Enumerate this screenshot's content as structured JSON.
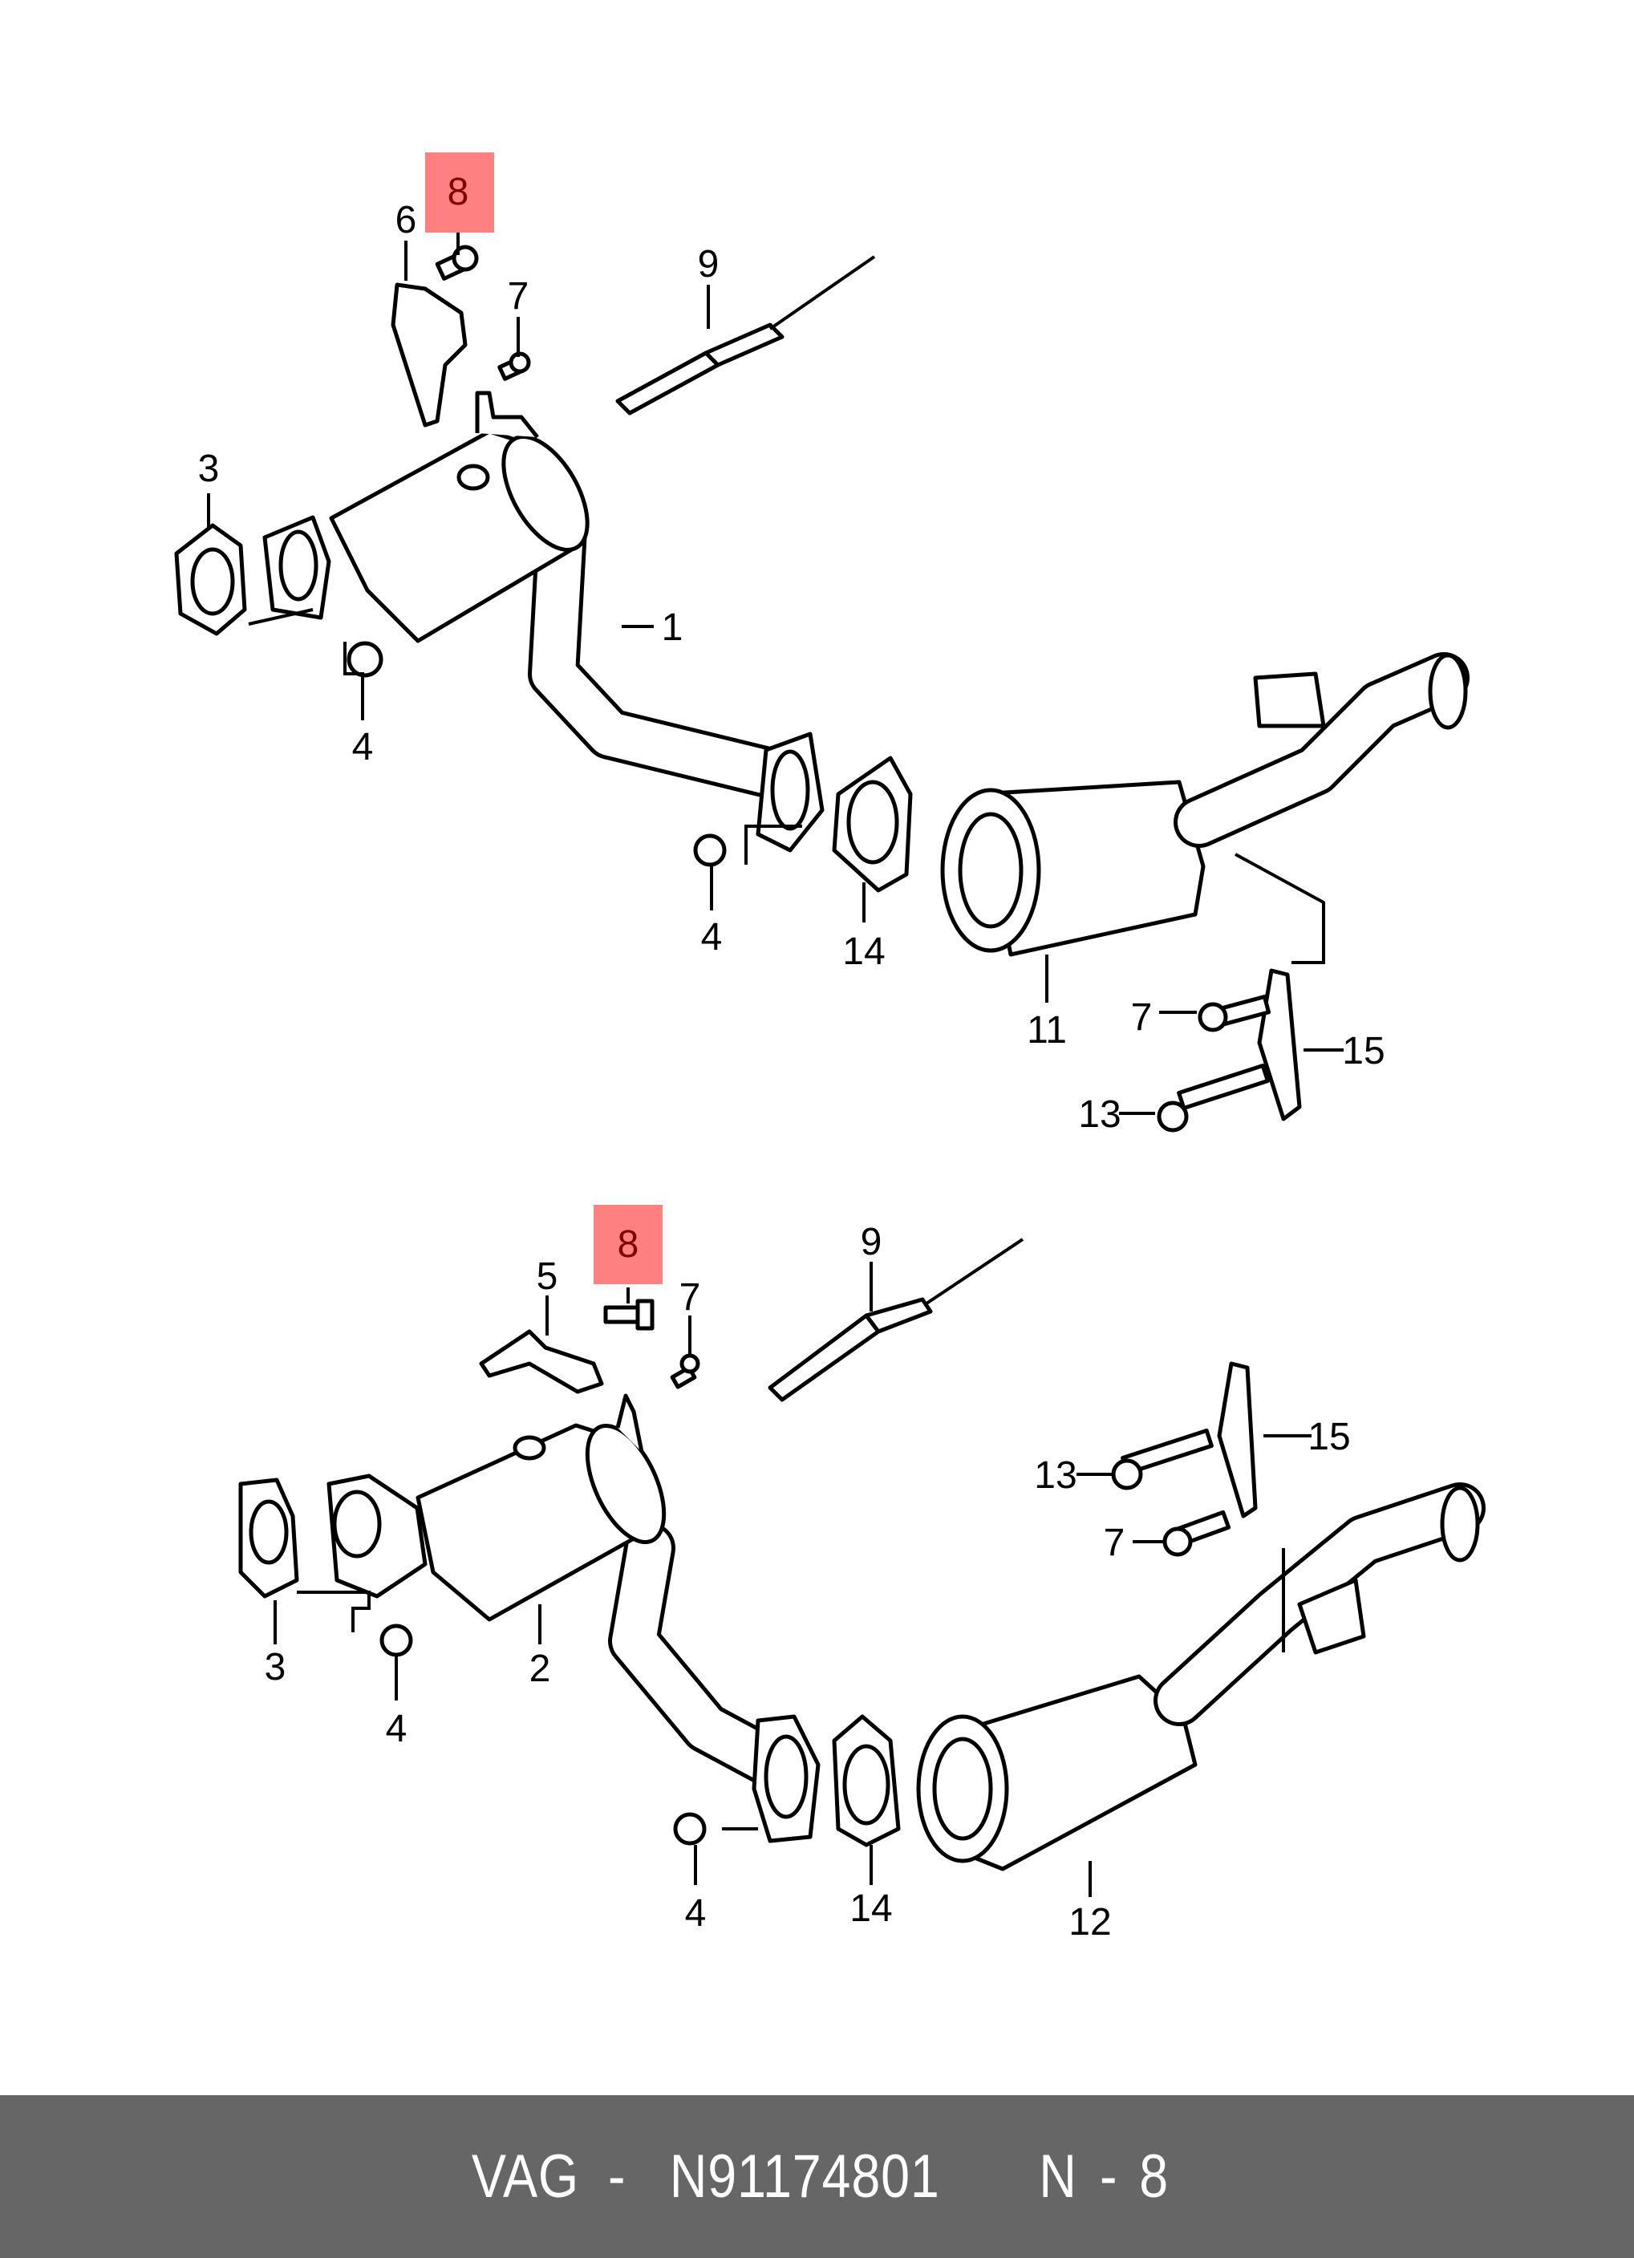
{
  "diagram": {
    "top": {
      "labels": {
        "l8": "8",
        "l6": "6",
        "l7a": "7",
        "l9": "9",
        "l3": "3",
        "l1": "1",
        "l4a": "4",
        "l4b": "4",
        "l14": "14",
        "l11": "11",
        "l7b": "7",
        "l15": "15",
        "l13": "13"
      }
    },
    "bottom": {
      "labels": {
        "l8": "8",
        "l9": "9",
        "l5": "5",
        "l7a": "7",
        "l15": "15",
        "l13": "13",
        "l7b": "7",
        "l3": "3",
        "l2": "2",
        "l4a": "4",
        "l4b": "4",
        "l14": "14",
        "l12": "12"
      }
    },
    "highlight_color": "#ff8080",
    "highlight_text_color": "#800000"
  },
  "footer": {
    "brand": "VAG",
    "separator": "-",
    "part_number": "N91174801",
    "ref_prefix": "N",
    "ref_sep": "-",
    "ref_number": "8"
  }
}
